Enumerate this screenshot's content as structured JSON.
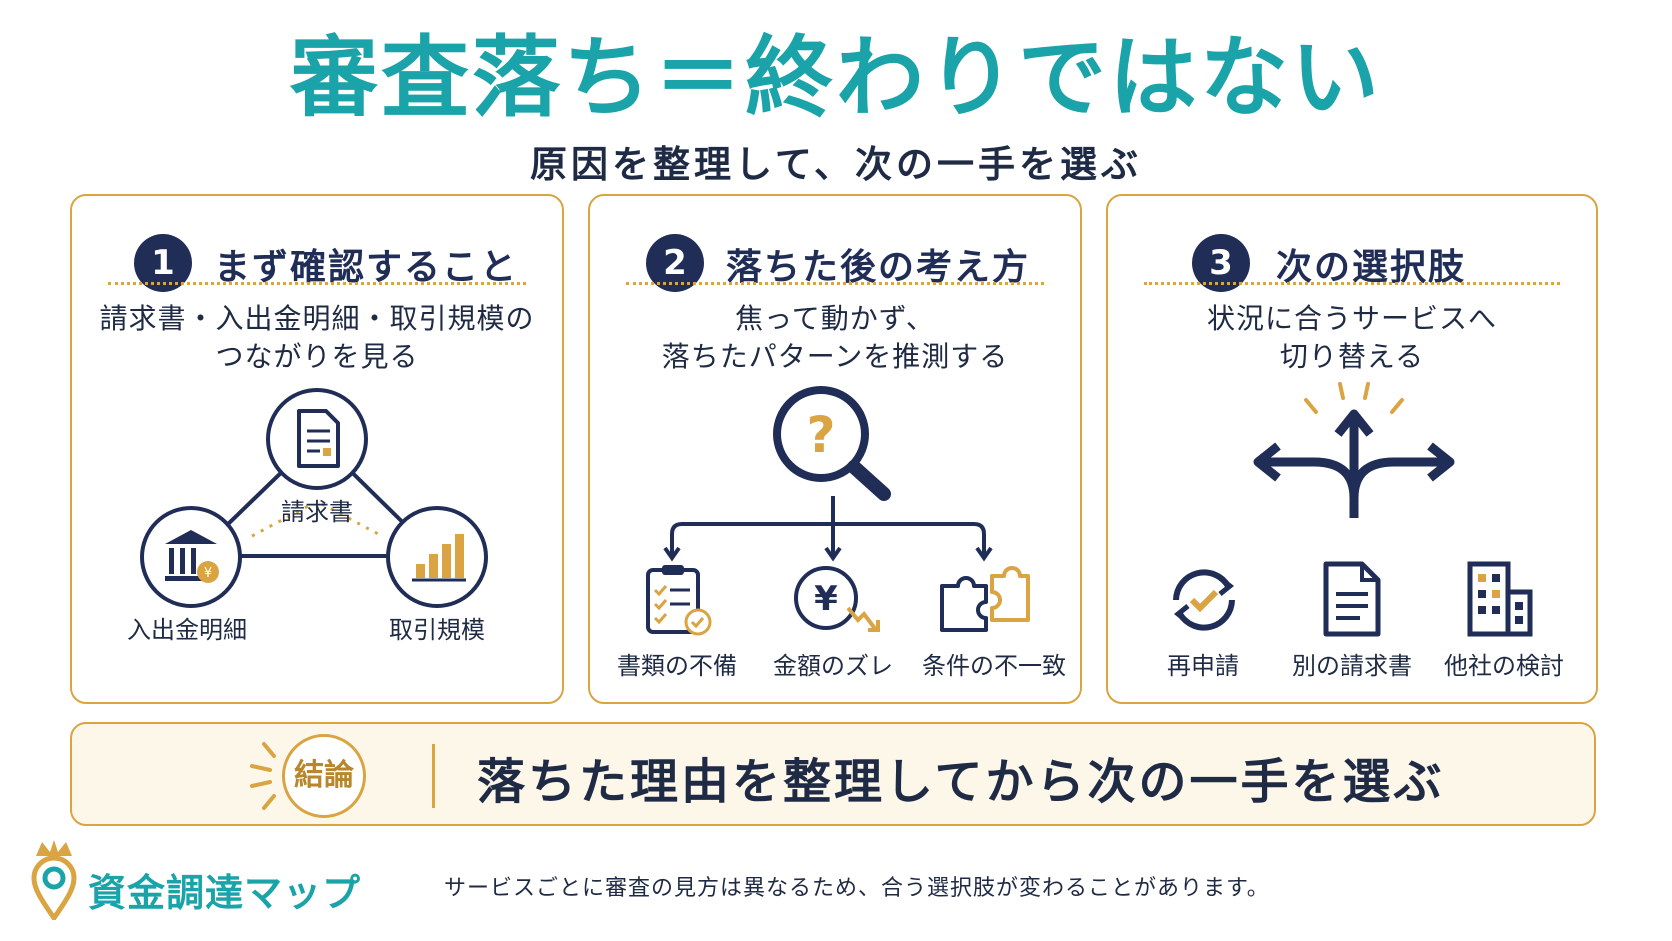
{
  "title": "審査落ち＝終わりではない",
  "subtitle": "原因を整理して、次の一手を選ぶ",
  "panels": [
    {
      "number": "1",
      "heading": "まず確認すること",
      "desc_line1": "請求書・入出金明細・取引規模の",
      "desc_line2": "つながりを見る",
      "items": [
        "請求書",
        "入出金明細",
        "取引規模"
      ]
    },
    {
      "number": "2",
      "heading": "落ちた後の考え方",
      "desc_line1": "焦って動かず、",
      "desc_line2": "落ちたパターンを推測する",
      "question_mark": "?",
      "yen_mark": "¥",
      "items": [
        "書類の不備",
        "金額のズレ",
        "条件の不一致"
      ]
    },
    {
      "number": "3",
      "heading": "次の選択肢",
      "desc_line1": "状況に合うサービスへ",
      "desc_line2": "切り替える",
      "items": [
        "再申請",
        "別の請求書",
        "他社の検討"
      ]
    }
  ],
  "conclusion": {
    "badge": "結論",
    "text": "落ちた理由を整理してから次の一手を選ぶ"
  },
  "brand": {
    "name": "資金調達マップ"
  },
  "footnote": "サービスごとに審査の見方は異なるため、合う選択肢が変わることがあります。",
  "colors": {
    "title_teal": "#1aa3a8",
    "navy": "#1f2d57",
    "gold": "#d9a441",
    "conclusion_bg": "#fdf7ea"
  },
  "icons": {
    "panel1": [
      "document-icon",
      "bank-icon",
      "bar-chart-icon"
    ],
    "panel2": [
      "magnifier-question-icon",
      "checklist-icon",
      "yen-trend-icon",
      "puzzle-icon"
    ],
    "panel3": [
      "split-arrows-icon",
      "refresh-check-icon",
      "invoice-icon",
      "building-icon"
    ],
    "brand": "crown-pin-icon"
  }
}
